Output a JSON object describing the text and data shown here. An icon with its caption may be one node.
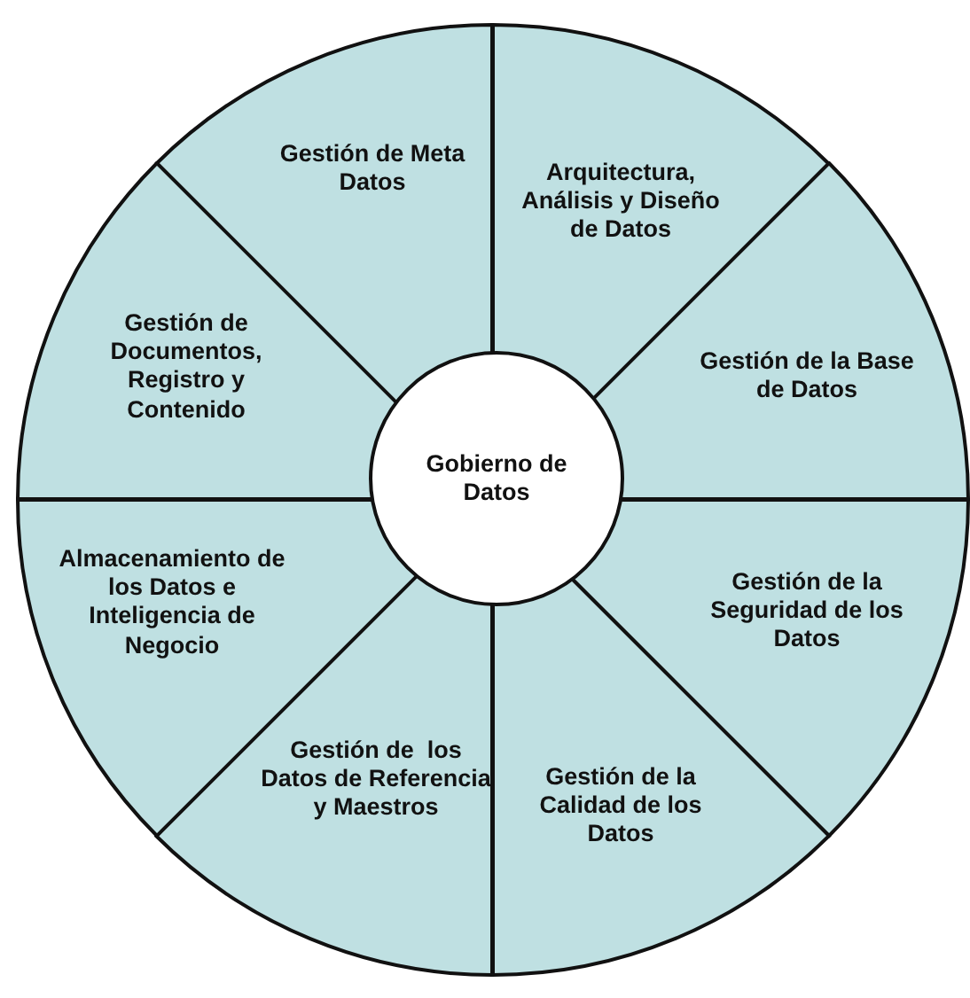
{
  "diagram": {
    "nodes": [
      {
        "text": [
          "Gobierno de Datos"
        ]
      },
      {
        "text": [
          "Gestión de Meta Datos"
        ]
      },
      {
        "text": [
          "Arquitectura, Análisis y Diseño de Datos"
        ]
      },
      {
        "text": [
          "Gestión de la Base de Datos"
        ]
      },
      {
        "text": [
          "Gestión de la Seguridad de los Datos"
        ]
      },
      {
        "text": [
          "Gestión de la Calidad de los Datos"
        ]
      },
      {
        "text": [
          "Gestión de  los Datos de Referencia y Maestros"
        ]
      },
      {
        "text": [
          "Almacenamiento de los Datos e Inteligencia de Negocio"
        ]
      },
      {
        "text": [
          "Gestión de Documentos, Registro y Contenido"
        ]
      }
    ]
  }
}
